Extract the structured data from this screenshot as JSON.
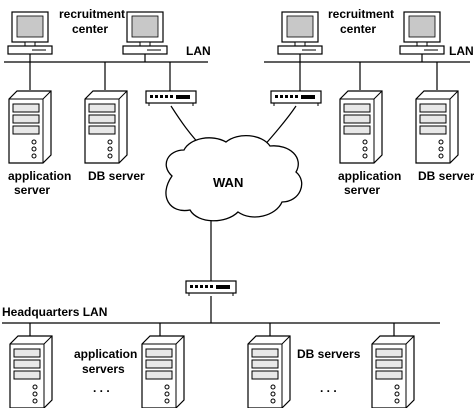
{
  "labels": {
    "recruitment_left_1": "recruitment",
    "recruitment_left_2": "center",
    "recruitment_right_1": "recruitment",
    "recruitment_right_2": "center",
    "lan_left": "LAN",
    "lan_right": "LAN",
    "app_server_left_1": "application",
    "app_server_left_2": "server",
    "db_server_left": "DB server",
    "app_server_right_1": "application",
    "app_server_right_2": "server",
    "db_server_right": "DB server",
    "wan": "WAN",
    "hq_lan": "Headquarters LAN",
    "app_servers_1": "application",
    "app_servers_2": "servers",
    "ellipsis_left": ". . .",
    "db_servers": "DB servers",
    "ellipsis_right": ". . ."
  },
  "colors": {
    "line": "#000000",
    "fill_light": "#e8e8e8",
    "screen": "#c8c8c8"
  }
}
